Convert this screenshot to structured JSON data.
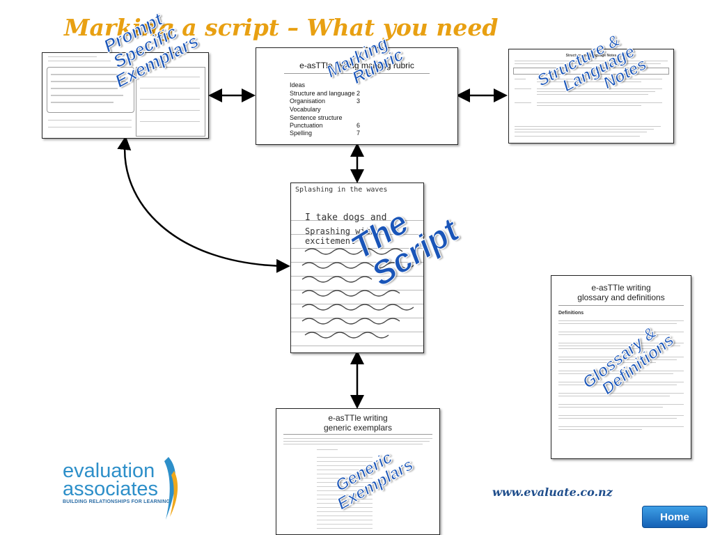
{
  "slide": {
    "title": "Marking a script – What you need",
    "url": "www.evaluate.co.nz",
    "home_label": "Home"
  },
  "logo": {
    "line1": "evaluation",
    "line2": "associates",
    "tagline": "BUILDING RELATIONSHIPS FOR LEARNING"
  },
  "rubric": {
    "title": "e-asTTle writing marking rubric",
    "rows": [
      {
        "label": "Ideas",
        "num": ""
      },
      {
        "label": "Structure and language",
        "num": "2"
      },
      {
        "label": "Organisation",
        "num": "3"
      },
      {
        "label": "Vocabulary",
        "num": ""
      },
      {
        "label": "Sentence structure",
        "num": ""
      },
      {
        "label": "Punctuation",
        "num": "6"
      },
      {
        "label": "Spelling",
        "num": "7"
      }
    ]
  },
  "structure_notes": {
    "title": "Structure and Language Notes"
  },
  "glossary": {
    "title_line1": "e-asTTle writing",
    "title_line2": "glossary and definitions",
    "section": "Definitions"
  },
  "generic": {
    "title_line1": "e-asTTle writing",
    "title_line2": "generic exemplars"
  },
  "script": {
    "heading": "Splashing in the waves",
    "line1": "I take dogs and",
    "line2": "Sprashing with excitement"
  },
  "overlays": {
    "prompt": [
      "Prompt",
      "Specific",
      "Exemplars"
    ],
    "rubric": [
      "Marking",
      "Rubric"
    ],
    "structure": [
      "Structure &",
      "Language",
      "Notes"
    ],
    "script": [
      "The",
      "Script"
    ],
    "glossary": [
      "Glossary &",
      "Definitions"
    ],
    "generic": [
      "Generic",
      "Exemplars"
    ]
  }
}
